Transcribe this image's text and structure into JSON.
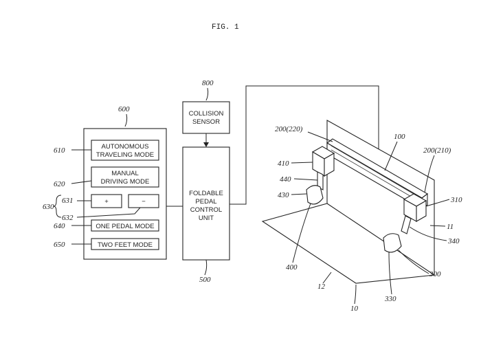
{
  "figure": {
    "title": "FIG. 1"
  },
  "colors": {
    "ink": "#222222",
    "background": "#ffffff"
  },
  "controller": {
    "ref": "600",
    "modes": [
      {
        "ref": "610",
        "line1": "AUTONOMOUS",
        "line2": "TRAVELING MODE"
      },
      {
        "ref": "620",
        "line1": "MANUAL",
        "line2": "DRIVING MODE"
      },
      {
        "ref": "640",
        "line1": "ONE PEDAL MODE"
      },
      {
        "ref": "650",
        "line1": "TWO FEET MODE"
      }
    ],
    "adjust": {
      "group_ref": "630",
      "plus_ref": "631",
      "minus_ref": "632",
      "plus_label": "+",
      "minus_label": "−"
    }
  },
  "collision_sensor": {
    "ref": "800",
    "line1": "COLLISION",
    "line2": "SENSOR"
  },
  "control_unit": {
    "ref": "500",
    "lines": [
      "FOLDABLE",
      "PEDAL",
      "CONTROL",
      "UNIT"
    ]
  },
  "vehicle": {
    "refs": {
      "r100": "100",
      "r200_220": "200(220)",
      "r200_210": "200(210)",
      "r410": "410",
      "r440": "440",
      "r430": "430",
      "r310": "310",
      "r11": "11",
      "r340": "340",
      "r300": "300",
      "r400": "400",
      "r12": "12",
      "r330": "330",
      "r10": "10"
    }
  }
}
